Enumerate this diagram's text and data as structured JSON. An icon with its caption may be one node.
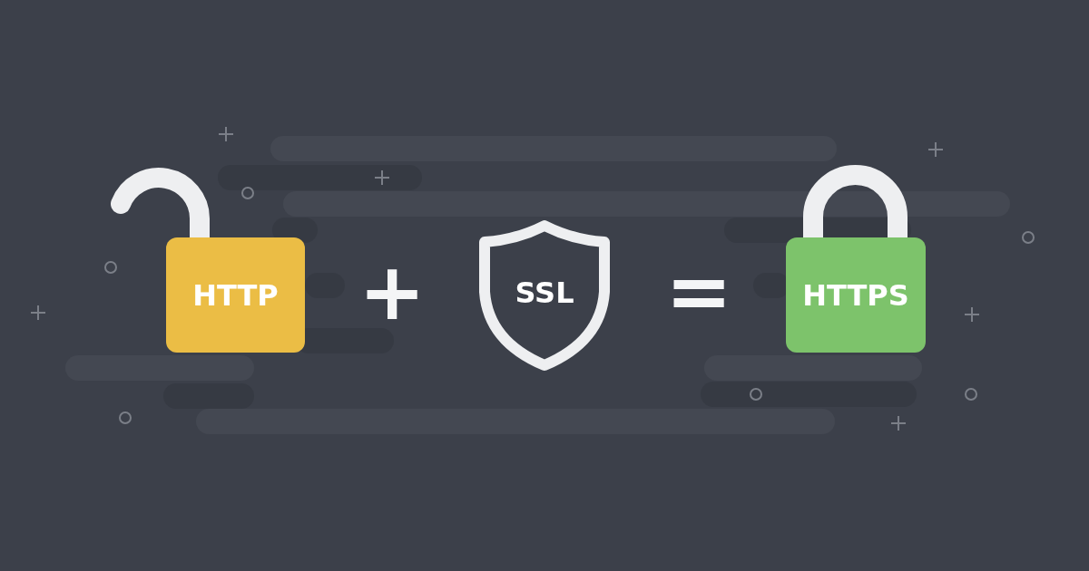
{
  "diagram": {
    "nodes": [
      {
        "text": [
          "HTTP"
        ]
      },
      {
        "text": [
          "SSL"
        ]
      },
      {
        "text": [
          "HTTPS"
        ]
      }
    ],
    "labels": [
      "+",
      "="
    ]
  }
}
